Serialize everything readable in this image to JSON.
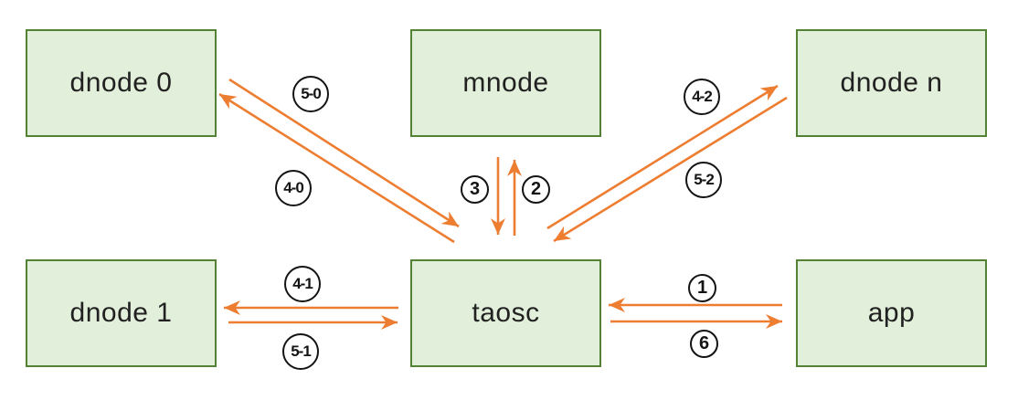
{
  "diagram": {
    "type": "architecture-flow",
    "background": "#ffffff",
    "colors": {
      "arrow": "#ED7D31",
      "node_fill": "#E2EFDA",
      "node_border": "#548235",
      "edge_label_circle": "#141414",
      "text": "#212121"
    },
    "nodes": [
      {
        "id": "dnode0",
        "label": "dnode 0"
      },
      {
        "id": "mnode",
        "label": "mnode"
      },
      {
        "id": "dnoden",
        "label": "dnode n"
      },
      {
        "id": "dnode1",
        "label": "dnode 1"
      },
      {
        "id": "taosc",
        "label": "taosc"
      },
      {
        "id": "app",
        "label": "app"
      }
    ],
    "edges": [
      {
        "label": "1",
        "from": "app",
        "to": "taosc"
      },
      {
        "label": "2",
        "from": "taosc",
        "to": "mnode"
      },
      {
        "label": "3",
        "from": "mnode",
        "to": "taosc"
      },
      {
        "label": "4-0",
        "from": "taosc",
        "to": "dnode 0"
      },
      {
        "label": "5-0",
        "from": "dnode 0",
        "to": "taosc"
      },
      {
        "label": "4-1",
        "from": "taosc",
        "to": "dnode 1"
      },
      {
        "label": "5-1",
        "from": "dnode 1",
        "to": "taosc"
      },
      {
        "label": "4-2",
        "from": "taosc",
        "to": "dnode n"
      },
      {
        "label": "5-2",
        "from": "dnode n",
        "to": "taosc"
      },
      {
        "label": "6",
        "from": "taosc",
        "to": "app"
      }
    ]
  }
}
